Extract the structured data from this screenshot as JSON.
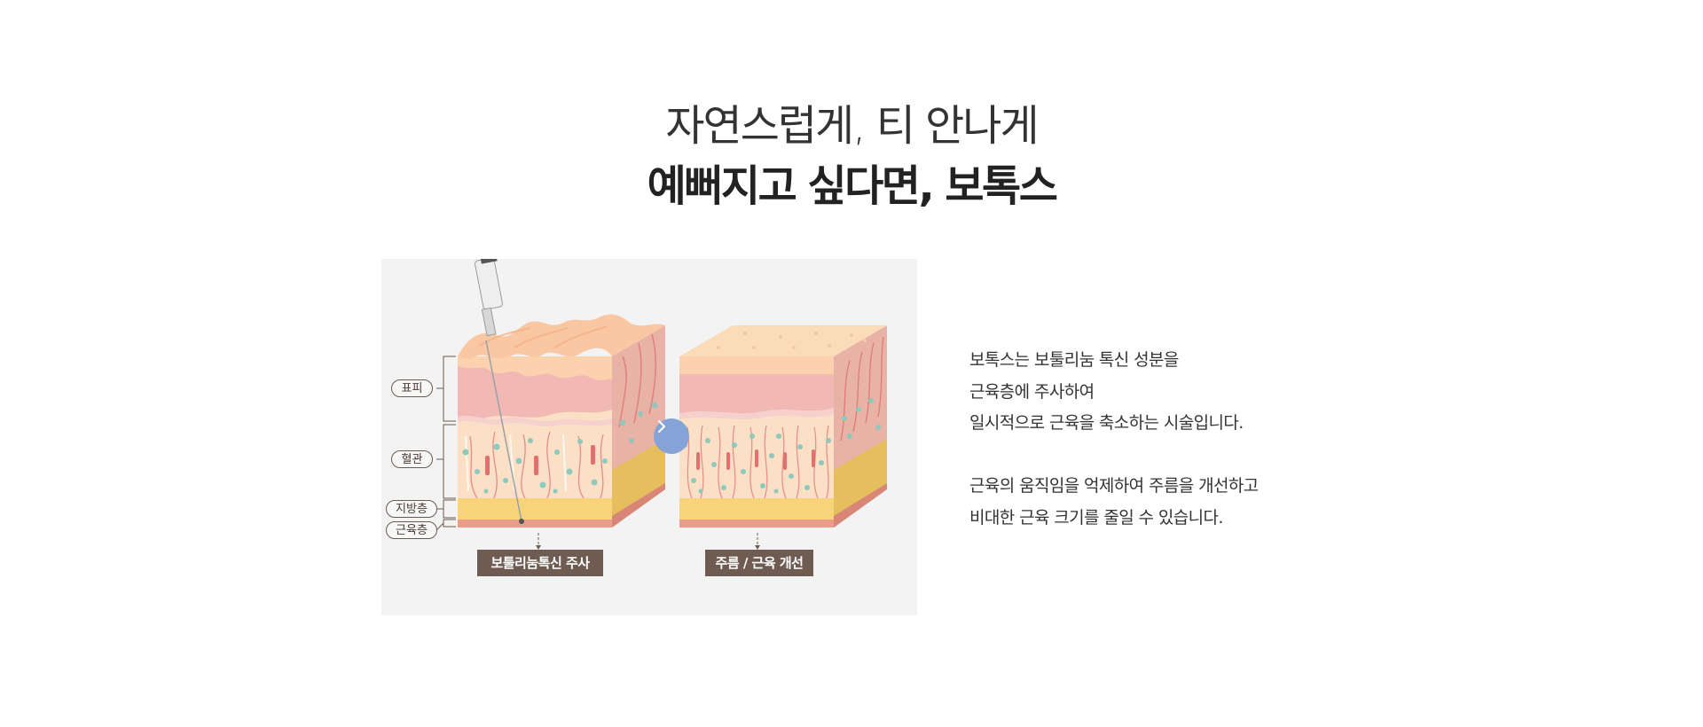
{
  "headline": {
    "line1": "자연스럽게, 티 안나게",
    "line2": "예뻐지고 싶다면, 보톡스"
  },
  "figure": {
    "layer_labels": {
      "epidermis": "표피",
      "vessel": "혈관",
      "fat": "지방층",
      "muscle": "근육층"
    },
    "caption_left": "보툴리눔톡신 주사",
    "caption_right": "주름 / 근육 개선",
    "arrow_icon": "chevron-right-icon",
    "colors": {
      "background": "#f3f3f3",
      "caption_bg": "#6e5b52",
      "arrow_bg": "#86a3d8",
      "skin_top": "#fbd3ae",
      "dermis": "#f2b9b5",
      "fat": "#f7d47a",
      "muscle": "#eb9c8a"
    }
  },
  "description": {
    "paragraph1": [
      "보톡스는 보툴리눔 톡신 성분을",
      "근육층에 주사하여",
      "일시적으로 근육을 축소하는 시술입니다."
    ],
    "paragraph2": [
      "근육의 움직임을 억제하여 주름을 개선하고",
      "비대한 근육 크기를 줄일 수 있습니다."
    ]
  }
}
